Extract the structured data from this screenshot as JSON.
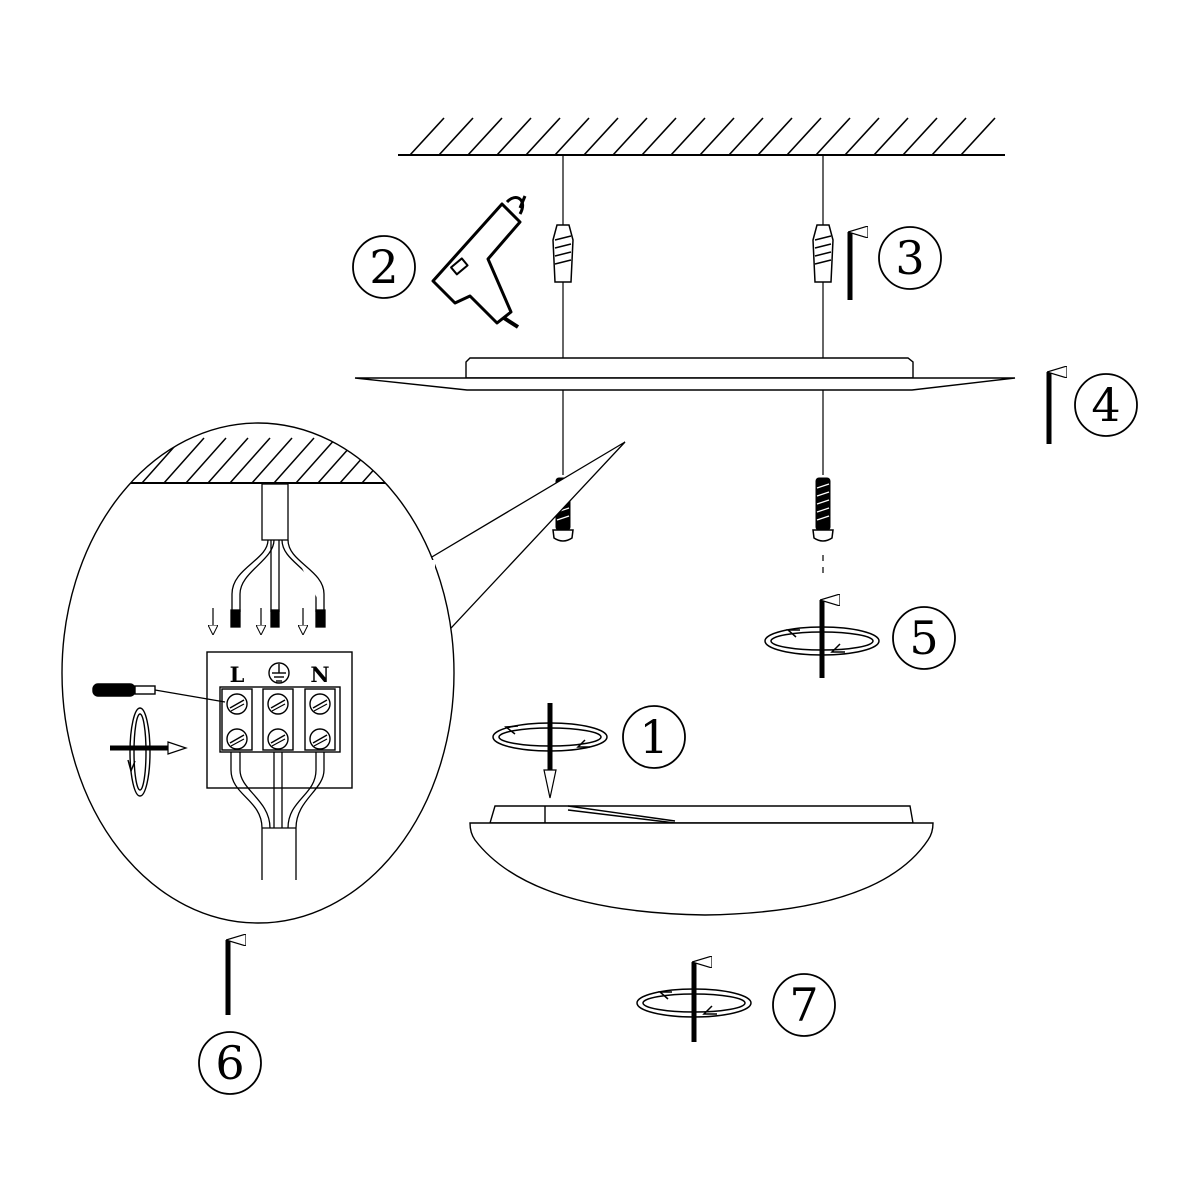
{
  "colors": {
    "line": "#000000",
    "background": "#ffffff"
  },
  "steps": [
    {
      "id": "1",
      "label": "1"
    },
    {
      "id": "2",
      "label": "2"
    },
    {
      "id": "3",
      "label": "3"
    },
    {
      "id": "4",
      "label": "4"
    },
    {
      "id": "5",
      "label": "5"
    },
    {
      "id": "6",
      "label": "6"
    },
    {
      "id": "7",
      "label": "7"
    }
  ],
  "terminals": {
    "live": "L",
    "neutral": "N",
    "earth_icon": "earth-ground-icon"
  },
  "icons": [
    "drill-icon",
    "wall-plug-icon",
    "screw-icon",
    "rotate-arrow-icon",
    "screwdriver-icon",
    "up-arrow-icon"
  ]
}
